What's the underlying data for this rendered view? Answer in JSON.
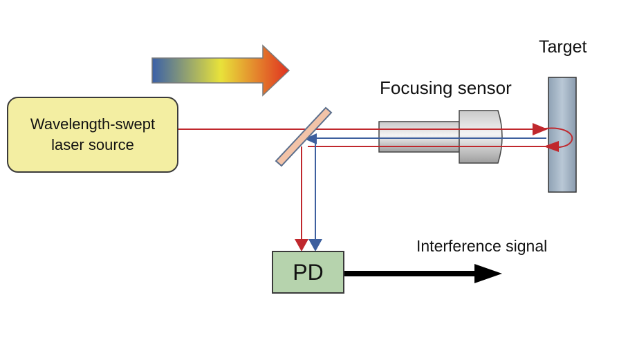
{
  "labels": {
    "laser_line1": "Wavelength-swept",
    "laser_line2": "laser source",
    "focusing_sensor": "Focusing sensor",
    "target": "Target",
    "pd": "PD",
    "interference_signal": "Interference signal"
  },
  "colors": {
    "laser_box_fill": "#f3eea2",
    "pd_box_fill": "#b6d3ad",
    "beam_red": "#c0282d",
    "beam_blue": "#3d5f9e",
    "target_fill": "#a8b8c8",
    "mirror_fill": "#f2c3a8",
    "sweep_arrow_gradient": [
      "#3a60a8",
      "#e8e23a",
      "#e03020"
    ]
  },
  "icons": {
    "sweep": "wavelength-sweep-arrow-icon",
    "output": "output-arrow-icon"
  }
}
